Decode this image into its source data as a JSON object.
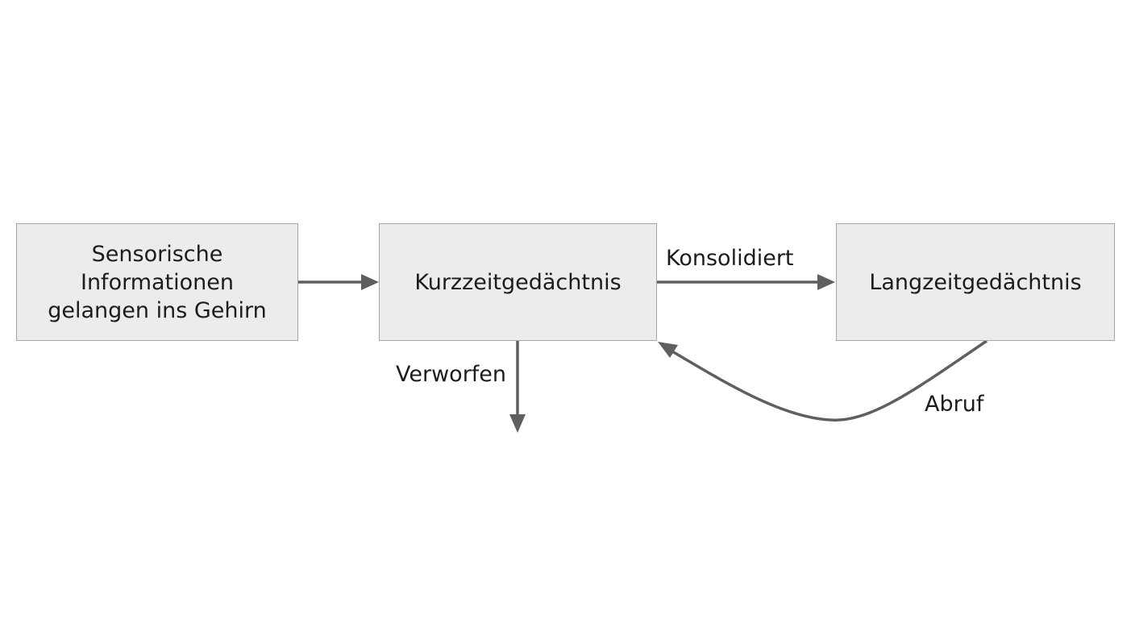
{
  "diagram": {
    "nodes": {
      "sensory": {
        "label": "Sensorische\nInformationen\ngelangen ins Gehirn"
      },
      "short_term": {
        "label": "Kurzzeitgedächtnis"
      },
      "long_term": {
        "label": "Langzeitgedächtnis"
      }
    },
    "edges": {
      "consolidated": {
        "label": "Konsolidiert"
      },
      "discarded": {
        "label": "Verworfen"
      },
      "retrieval": {
        "label": "Abruf"
      }
    },
    "colors": {
      "box_fill": "#ececec",
      "box_border": "#a6a6a6",
      "arrow": "#5f5f5f",
      "text": "#1c1c1c"
    }
  }
}
